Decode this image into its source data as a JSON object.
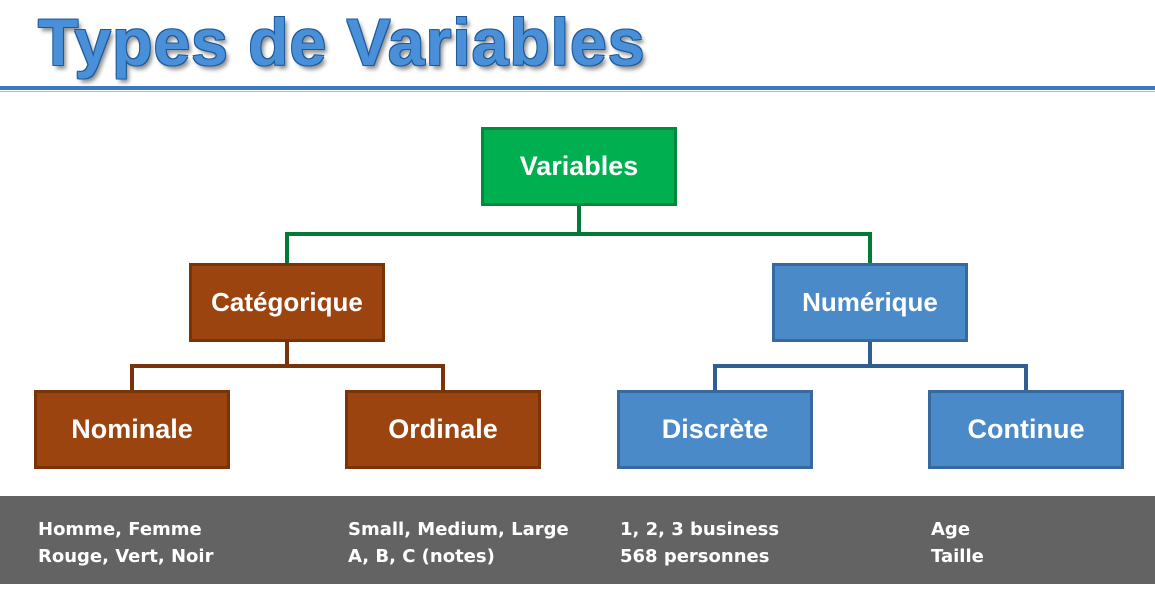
{
  "title": "Types de Variables",
  "nodes": {
    "root": "Variables",
    "categorique": "Catégorique",
    "numerique": "Numérique",
    "nominale": "Nominale",
    "ordinale": "Ordinale",
    "discrete": "Discrète",
    "continue": "Continue"
  },
  "examples": {
    "nominale": [
      "Homme, Femme",
      "Rouge, Vert, Noir"
    ],
    "ordinale": [
      "Small, Medium, Large",
      "A, B, C (notes)"
    ],
    "discrete": [
      "1, 2, 3 business",
      "568 personnes"
    ],
    "continue": [
      "Age",
      "Taille"
    ]
  },
  "colors": {
    "title": "#4a90d9",
    "root": "#00b050",
    "categorique": "#9c4410",
    "numerique": "#4a8ac8",
    "band": "#636363"
  }
}
